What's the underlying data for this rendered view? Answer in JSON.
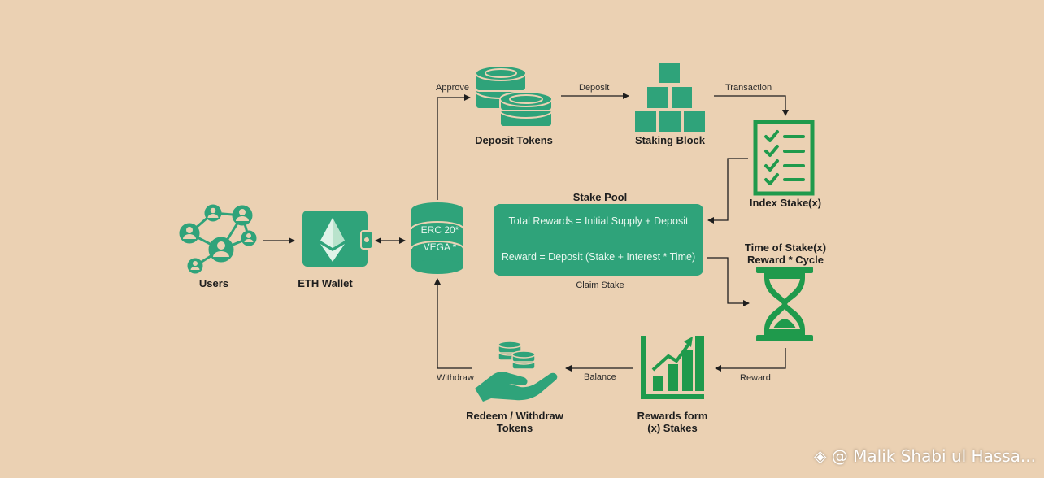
{
  "nodes": {
    "users": "Users",
    "eth_wallet": "ETH Wallet",
    "token_db": {
      "line1": "ERC 20*",
      "line2": "VEGA *"
    },
    "deposit_tokens": "Deposit Tokens",
    "staking_block": "Staking Block",
    "index_stake": "Index Stake(x)",
    "time_of_stake": {
      "line1": "Time of Stake(x)",
      "line2": "Reward * Cycle"
    },
    "rewards_stakes": {
      "line1": "Rewards form",
      "line2": "(x) Stakes"
    },
    "redeem_withdraw": {
      "line1": "Redeem / Withdraw",
      "line2": "Tokens"
    }
  },
  "stake_pool": {
    "title": "Stake Pool",
    "formula1": "Total Rewards = Initial Supply + Deposit",
    "formula2": "Reward = Deposit (Stake + Interest * Time)",
    "caption": "Claim Stake"
  },
  "edges": {
    "approve": "Approve",
    "deposit": "Deposit",
    "transaction": "Transaction",
    "reward": "Reward",
    "balance": "Balance",
    "withdraw": "Withdraw"
  },
  "colors": {
    "background": "#ebd1b3",
    "accent_green": "#2fa37a",
    "icon_green": "#1f9a4c",
    "line": "#1e1e1e"
  },
  "watermark": "@ Malik Shabi ul Hassa..."
}
